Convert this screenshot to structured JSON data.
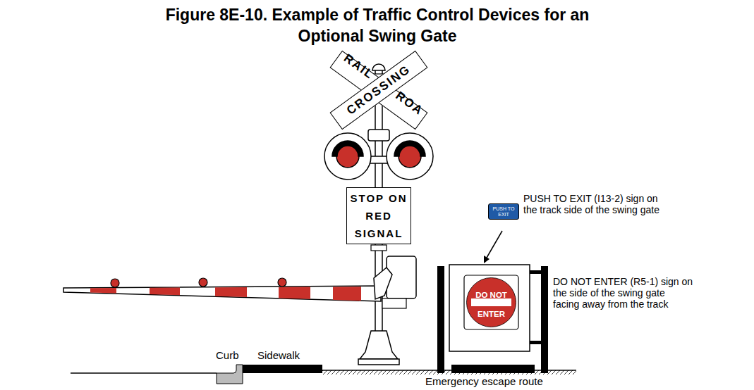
{
  "diagram": {
    "title": "Figure 8E-10. Example of Traffic Control Devices for an Optional Swing Gate",
    "nodes": [
      {
        "text": [
          "RAILROAD"
        ]
      },
      {
        "text": [
          "CROSSING"
        ]
      },
      {
        "text": [
          "STOP ON RED SIGNAL"
        ]
      },
      {
        "text": [
          "PUSH TO EXIT"
        ]
      },
      {
        "text": [
          "DO NOT ENTER"
        ]
      }
    ],
    "labels": [
      "PUSH TO EXIT (I13-2) sign on the track side of the swing gate",
      "DO NOT ENTER (R5-1) sign on the side of the swing gate facing away from the track",
      "Curb",
      "Sidewalk",
      "Emergency escape route"
    ]
  }
}
